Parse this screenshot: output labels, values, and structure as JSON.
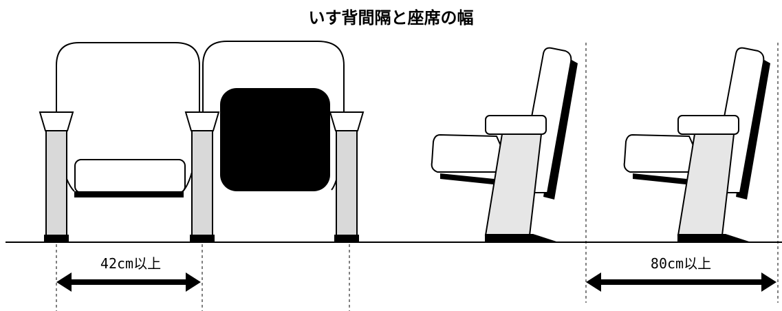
{
  "title": "いす背間隔と座席の幅",
  "seat_width": {
    "label": "42cm以上"
  },
  "seat_spacing": {
    "label": "80cm以上"
  },
  "colors": {
    "line": "#000000",
    "post_fill": "#d9d9d9",
    "side_fill": "#e6e6e6",
    "background": "#ffffff"
  }
}
